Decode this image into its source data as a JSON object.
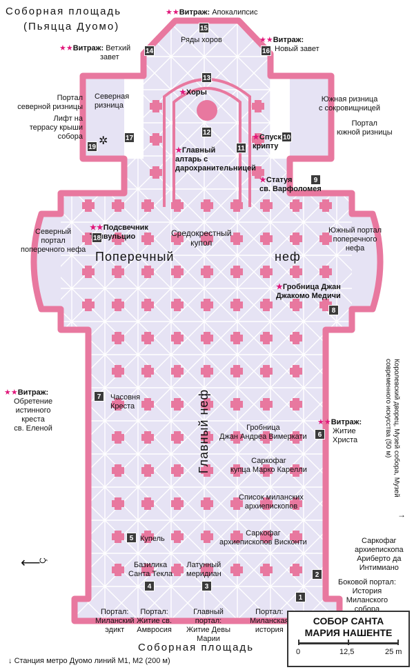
{
  "colors": {
    "walls": "#e8789f",
    "floor": "#e6e3f4",
    "grid": "#ffffff",
    "star": "#e0177a",
    "marker": "#3a3a3a"
  },
  "header": {
    "square_title": "Соборная площадь",
    "square_sub": "(Пьяцца Дуомо)"
  },
  "footer": {
    "square": "Соборная площадь",
    "metro": "Станция метро Дуомо линий М1, М2 (200 м)"
  },
  "side": {
    "right_note": "Королевский дворец, Музей собора, Музей современного искусства (50 м)",
    "left_arrow": "Ç"
  },
  "scale": {
    "title_1": "СОБОР САНТА",
    "title_2": "МАРИЯ НАШЕНТЕ",
    "t0": "0",
    "t1": "12,5",
    "t2": "25 m"
  },
  "labels": {
    "apse_window": "Витраж:",
    "apse_window_name": "Апокалипсис",
    "choir_rows": "Ряды хоров",
    "old_test_1": "Витраж:",
    "old_test_2": "Ветхий",
    "old_test_3": "завет",
    "new_test_1": "Витраж:",
    "new_test_2": "Новый завет",
    "choirs": "Хоры",
    "north_sacristy": "Северная\nризница",
    "north_portal": "Портал\nсеверной ризницы",
    "lift": "Лифт на\nтеррасу крыши\nсобора",
    "south_sacristy": "Южная ризница\nс сокровищницей",
    "south_portal_sac": "Портал\nюжной ризницы",
    "crypt": "Спуск в\nкрипту",
    "altar": "Главный\nалтарь с\nдарохранительницей",
    "statue": "Статуя\nсв. Варфоломея",
    "candlestick": "Подсвечник\nТривульцио",
    "north_transept": "Северный\nпортал\nпоперечного нефа",
    "crossing": "Средокрестный\nкупол",
    "south_transept": "Южный портал\nпоперечного\nнефа",
    "transept_1": "Поперечный",
    "transept_2": "неф",
    "tomb_medici": "Гробница Джан\nДжакомо Медичи",
    "left_window_1": "Витраж:",
    "left_window_2": "Обретение\nистинного\nкреста\nсв. Еленой",
    "chapel_cross": "Часовня\nКреста",
    "nave": "Главный неф",
    "vimercati": "Гробница\nДжан Андреа Вимеркати",
    "right_window_1": "Витраж:",
    "right_window_2": "Житие\nХриста",
    "carelli": "Саркофаг\nкупца Марко Карелли",
    "archbishops": "Список миланских\nархиепископов",
    "visconti": "Саркофаг\nархиепископов Висконти",
    "font": "Купель",
    "aribert": "Саркофаг\nархиепископа\nАриберто да\nИнтимиано",
    "tecla": "Базилика\nСанта Текла",
    "meridian": "Латунный\nмеридиан",
    "side_portal": "Боковой портал:\nИстория\nМиланского\nсобора",
    "p_edict": "Портал:\nМиланский\nэдикт",
    "p_ambrose": "Портал:\nЖитие св.\nАмвросия",
    "p_main": "Главный\nпортал:\nЖитие Девы\nМарии",
    "p_history": "Портал:\nМиланская\nистория"
  },
  "markers": [
    "1",
    "2",
    "3",
    "4",
    "5",
    "6",
    "7",
    "8",
    "9",
    "10",
    "11",
    "12",
    "13",
    "14",
    "15",
    "16",
    "17",
    "18",
    "19"
  ],
  "stars": {
    "one": "★",
    "two": "★★"
  }
}
